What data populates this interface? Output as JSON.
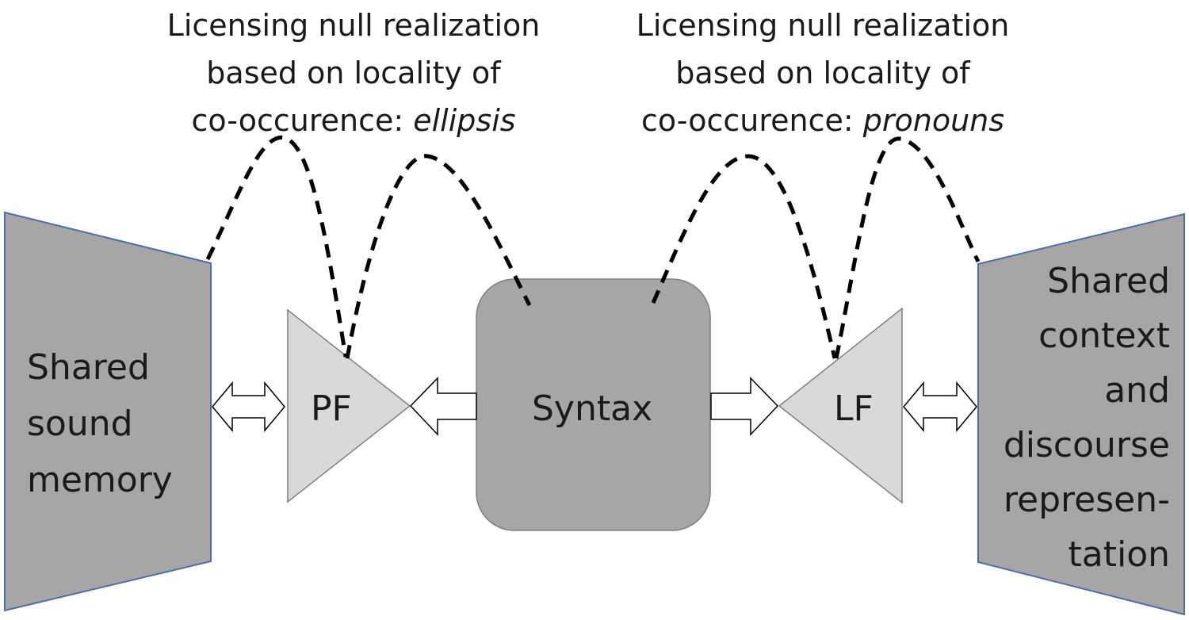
{
  "captions": {
    "left": {
      "line1": "Licensing null realization",
      "line2": "based on locality of",
      "line3_prefix": "co-occurence: ",
      "line3_italic": "ellipsis"
    },
    "right": {
      "line1": "Licensing null realization",
      "line2": "based on locality of",
      "line3_prefix": "co-occurence: ",
      "line3_italic": "pronouns"
    }
  },
  "nodes": {
    "sound_memory": {
      "lines": [
        "Shared",
        "sound",
        "memory"
      ]
    },
    "pf": {
      "label": "PF"
    },
    "syntax": {
      "label": "Syntax"
    },
    "lf": {
      "label": "LF"
    },
    "context": {
      "lines": [
        "Shared",
        "context",
        "and",
        "discourse",
        "represen-",
        "tation"
      ]
    }
  },
  "colors": {
    "dark_fill": "#a6a6a6",
    "light_fill": "#d9d9d9",
    "trapezoid_stroke": "#4a6fa5",
    "shape_stroke": "#7f7f7f",
    "dash": "#000000",
    "arrow_fill": "#ffffff"
  }
}
